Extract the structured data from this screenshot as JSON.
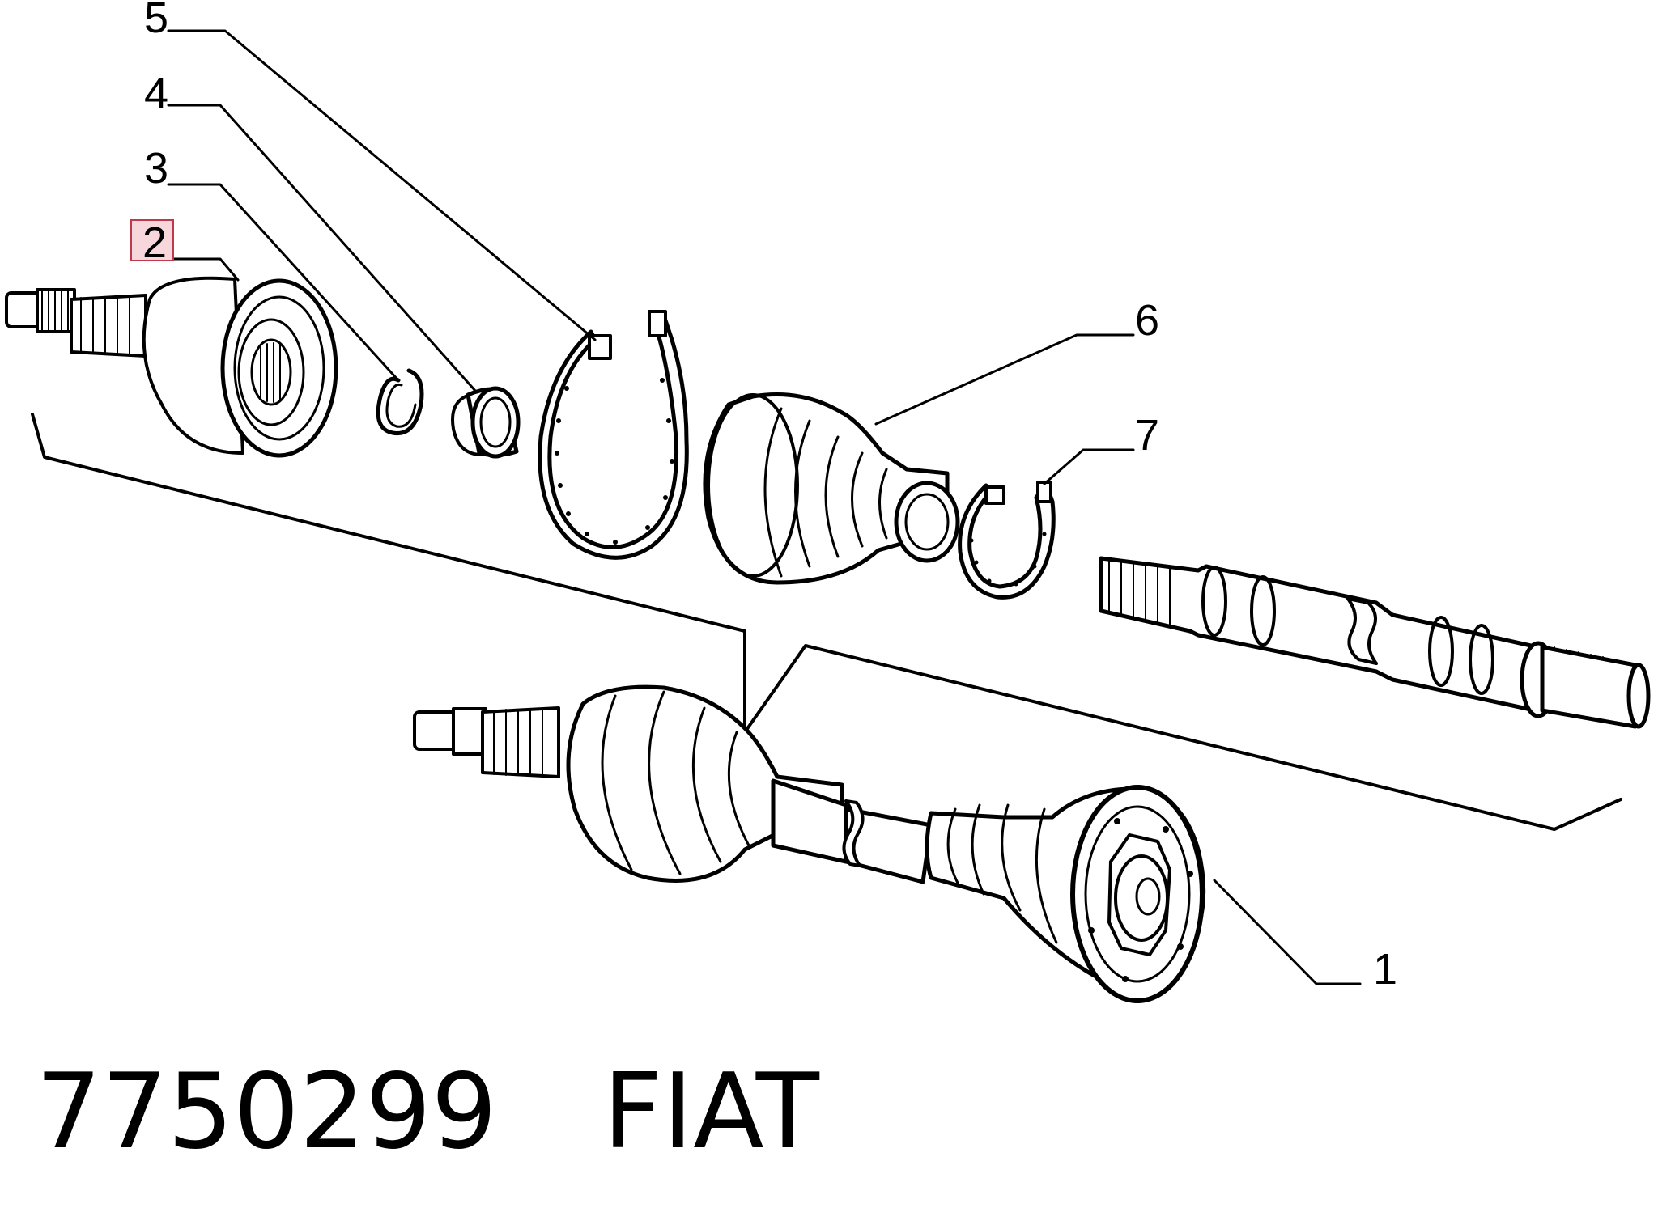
{
  "callouts": [
    {
      "id": "5",
      "label": "5"
    },
    {
      "id": "4",
      "label": "4"
    },
    {
      "id": "3",
      "label": "3"
    },
    {
      "id": "2",
      "label": "2",
      "highlighted": true
    },
    {
      "id": "6",
      "label": "6"
    },
    {
      "id": "7",
      "label": "7"
    },
    {
      "id": "1",
      "label": "1"
    }
  ],
  "caption": {
    "part_number": "7750299",
    "brand": "FIAT"
  },
  "colors": {
    "highlight_fill": "#f7d7dc",
    "highlight_stroke": "#c0394b",
    "line": "#000000"
  }
}
